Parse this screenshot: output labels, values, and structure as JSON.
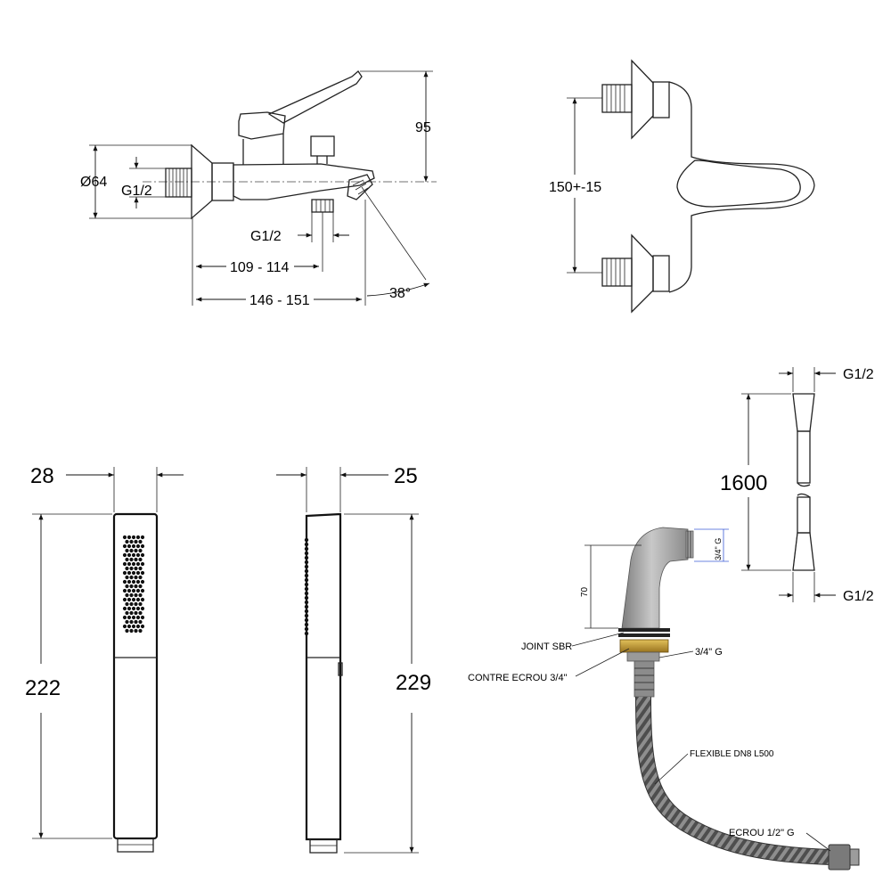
{
  "mixer_side": {
    "diameter": "Ø64",
    "inlet_thread": "G1/2",
    "outlet_thread": "G1/2",
    "height": "95",
    "spout_offset": "109 - 114",
    "total_projection": "146 - 151",
    "spout_angle": "38°"
  },
  "mixer_front": {
    "inlet_spacing": "150+-15"
  },
  "hand_shower_front": {
    "width": "28",
    "length": "222"
  },
  "hand_shower_side": {
    "depth": "25",
    "length": "229"
  },
  "hose": {
    "end_top": "G1/2",
    "length": "1600",
    "end_bottom": "G1/2"
  },
  "deck_spout": {
    "thread_size": "3/4\" G",
    "height": "70",
    "labels": {
      "joint": "JOINT SBR",
      "counter_nut": "CONTRE ECROU 3/4\"",
      "thread": "3/4\" G",
      "flexible": "FLEXIBLE DN8 L500",
      "nut": "ECROU 1/2\" G"
    },
    "colors": {
      "brass": "#c9a23a",
      "metal": "#9a9a9a"
    }
  }
}
